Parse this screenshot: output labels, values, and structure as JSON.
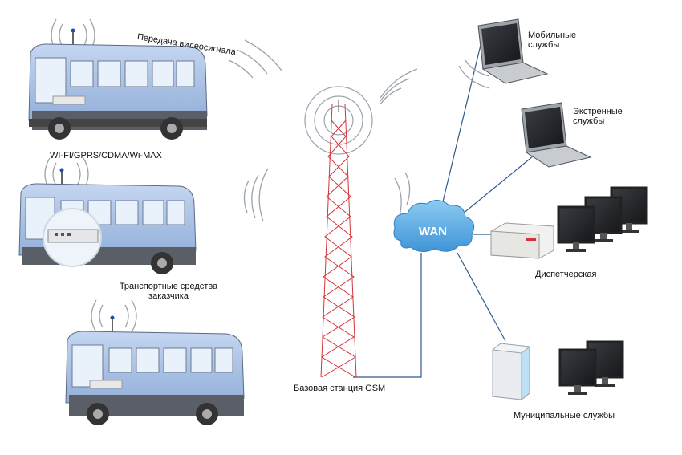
{
  "labels": {
    "video_signal": "Передача видеосигнала",
    "wireless": "WI-FI/GPRS/CDMA/Wi-MAX",
    "vehicles_line1": "Транспортные средства",
    "vehicles_line2": "заказчика",
    "base_station": "Базовая станция GSM",
    "wan": "WAN",
    "mobile_line1": "Мобильные",
    "mobile_line2": "службы",
    "emergency_line1": "Экстренные",
    "emergency_line2": "службы",
    "dispatch": "Диспетчерская",
    "municipal": "Муниципальные службы"
  },
  "colors": {
    "bus_body": "#a9c1e6",
    "bus_lower": "#5a5e66",
    "tower_red": "#d4333a",
    "wan_cloud": "#6ab4ea",
    "link_line": "#2e5a8c",
    "signal_arc": "#9aa3ad"
  },
  "icons": [
    "bus-icon",
    "dvr-recorder-icon",
    "antenna-icon",
    "radio-tower-icon",
    "cloud-icon",
    "laptop-icon",
    "monitor-icon",
    "server-icon",
    "dvr-unit-icon"
  ]
}
